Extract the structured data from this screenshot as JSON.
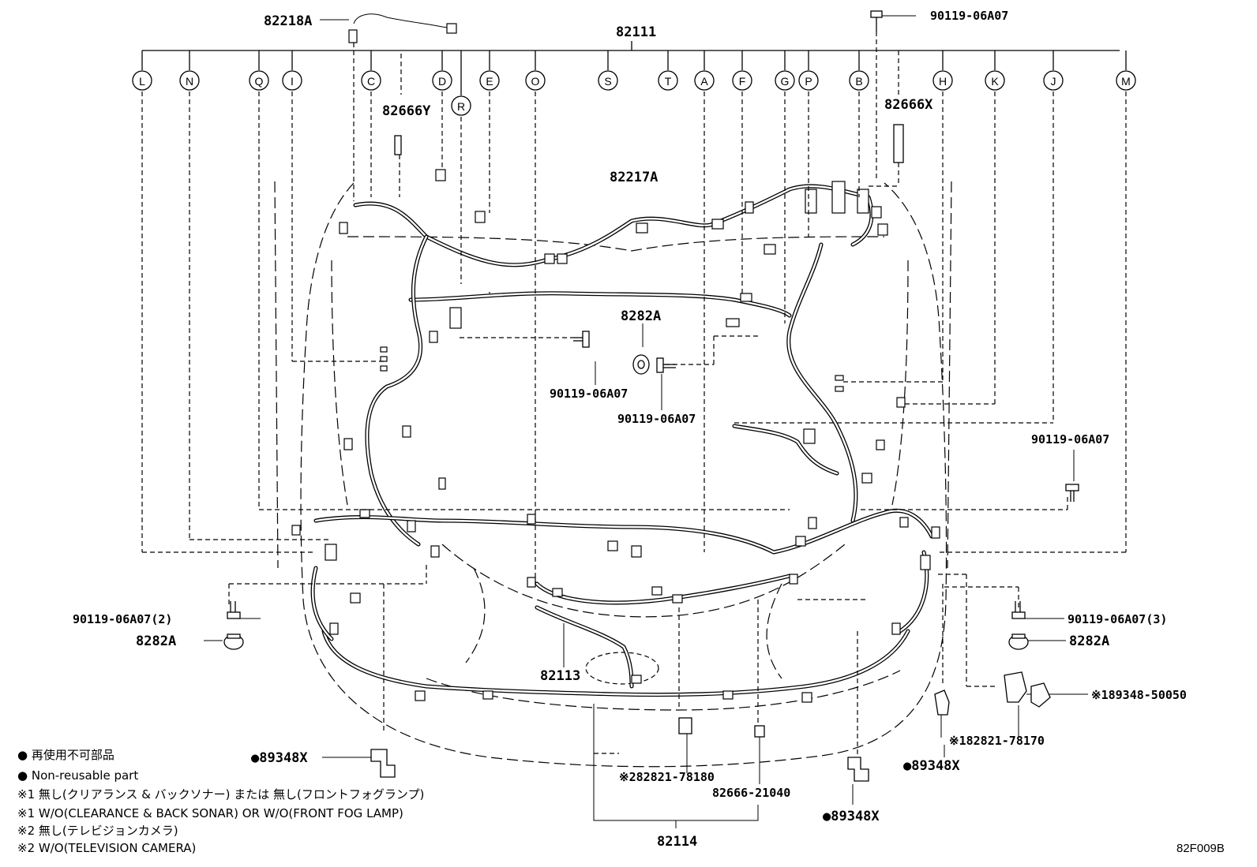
{
  "diagram": {
    "harness_main": "82111",
    "sub_harness_top": "82218A",
    "sub_harness_mid": "82217A",
    "clamp_top_left": "82666Y",
    "clamp_top_right": "82666X",
    "bolt_top": "90119-06A07",
    "center_clip": "8282A",
    "center_bolt_1": "90119-06A07",
    "center_bolt_2": "90119-06A07",
    "right_bolt": "90119-06A07",
    "left_bolt": "90119-06A07(2)",
    "left_clip": "8282A",
    "right_bolt_3": "90119-06A07(3)",
    "right_clip": "8282A",
    "harness_front": "82113",
    "harness_bottom": "82114",
    "bracket_left": "●89348X",
    "bracket_right_1": "●89348X",
    "bracket_right_2": "●89348X",
    "part_sw1_a": "※189348-50050",
    "part_sw1_b": "※182821-78170",
    "part_sw2": "※282821-78180",
    "clamp_bottom": "82666-21040",
    "diagram_code": "82F009B"
  },
  "callouts": [
    {
      "letter": "L"
    },
    {
      "letter": "N"
    },
    {
      "letter": "Q"
    },
    {
      "letter": "I"
    },
    {
      "letter": "C"
    },
    {
      "letter": "D"
    },
    {
      "letter": "R"
    },
    {
      "letter": "E"
    },
    {
      "letter": "O"
    },
    {
      "letter": "S"
    },
    {
      "letter": "T"
    },
    {
      "letter": "A"
    },
    {
      "letter": "F"
    },
    {
      "letter": "G"
    },
    {
      "letter": "P"
    },
    {
      "letter": "B"
    },
    {
      "letter": "H"
    },
    {
      "letter": "K"
    },
    {
      "letter": "J"
    },
    {
      "letter": "M"
    }
  ],
  "legend": {
    "line1": "● 再使用不可部品",
    "line2": "● Non-reusable part",
    "line3": "※1 無し(クリアランス & バックソナー) または 無し(フロントフォグランプ)",
    "line4": "※1 W/O(CLEARANCE & BACK SONAR) OR W/O(FRONT FOG LAMP)",
    "line5": "※2 無し(テレビジョンカメラ)",
    "line6": "※2 W/O(TELEVISION CAMERA)"
  }
}
